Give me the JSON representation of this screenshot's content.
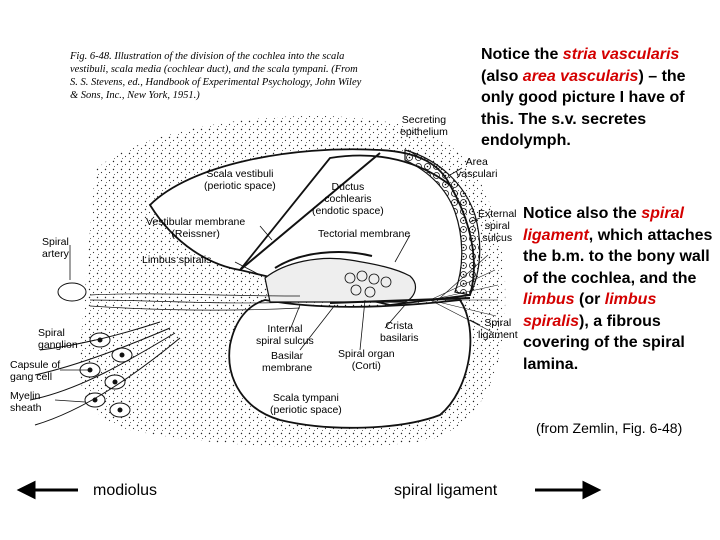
{
  "figure": {
    "caption": "Fig. 6-48. Illustration of the division of the cochlea into the scala vestibuli, scala media (cochlear duct), and the scala tympani. (From S. S. Stevens, ed., Handbook of Experimental Psychology, John Wiley & Sons, Inc., New York, 1951.)",
    "labels": {
      "secreting_epithelium": [
        "Secreting",
        "epithelium"
      ],
      "area_vasculari": [
        "Area",
        "vasculari"
      ],
      "scala_vestibuli": [
        "Scala vestibuli",
        "(periotic space)"
      ],
      "ductus_cochlearis": [
        "Ductus",
        "cochlearis",
        "(endotic space)"
      ],
      "external_spiral_sulcus": [
        "External",
        "spiral",
        "sulcus"
      ],
      "vestibular_membrane": [
        "Vestibular membrane",
        "(Reissner)"
      ],
      "tectorial_membrane": "Tectorial membrane",
      "spiral_artery": [
        "Spiral",
        "artery"
      ],
      "limbus_spiralis": "Limbus spiralis",
      "spiral_ganglion": [
        "Spiral",
        "ganglion"
      ],
      "capsule_gang_cell": [
        "Capsule of",
        "gang cell"
      ],
      "myelin_sheath": [
        "Myelin",
        "sheath"
      ],
      "internal_spiral_sulcus": [
        "Internal",
        "spiral sulcus"
      ],
      "basilar_membrane": [
        "Basilar",
        "membrane"
      ],
      "crista_basilaris": [
        "Crista",
        "basilaris"
      ],
      "spiral_organ": [
        "Spiral organ",
        "(Corti)"
      ],
      "spiral_ligament": [
        "Spiral",
        "ligament"
      ],
      "scala_tympani": [
        "Scala tympani",
        "(periotic space)"
      ]
    }
  },
  "note1": {
    "parts": [
      {
        "text": "Notice the ",
        "hl": false
      },
      {
        "text": "stria vascularis",
        "hl": true
      },
      {
        "text": " (also ",
        "hl": false
      },
      {
        "text": "area vascularis",
        "hl": true
      },
      {
        "text": ") – the only good picture I have of this. The s.v. secretes endolymph.",
        "hl": false
      }
    ]
  },
  "note2": {
    "parts": [
      {
        "text": "Notice also the ",
        "hl": false
      },
      {
        "text": "spiral ligament",
        "hl": true
      },
      {
        "text": ", which attaches the b.m. to the bony wall of the cochlea, and the ",
        "hl": false
      },
      {
        "text": "limbus",
        "hl": true
      },
      {
        "text": " (or ",
        "hl": false
      },
      {
        "text": "limbus spiralis",
        "hl": true
      },
      {
        "text": "), a fibrous covering of the spiral lamina.",
        "hl": false
      }
    ]
  },
  "credit": "(from Zemlin, Fig. 6-48)",
  "axis": {
    "left_label": "modiolus",
    "right_label": "spiral ligament"
  },
  "colors": {
    "highlight": "#d40000",
    "ink": "#000000"
  }
}
